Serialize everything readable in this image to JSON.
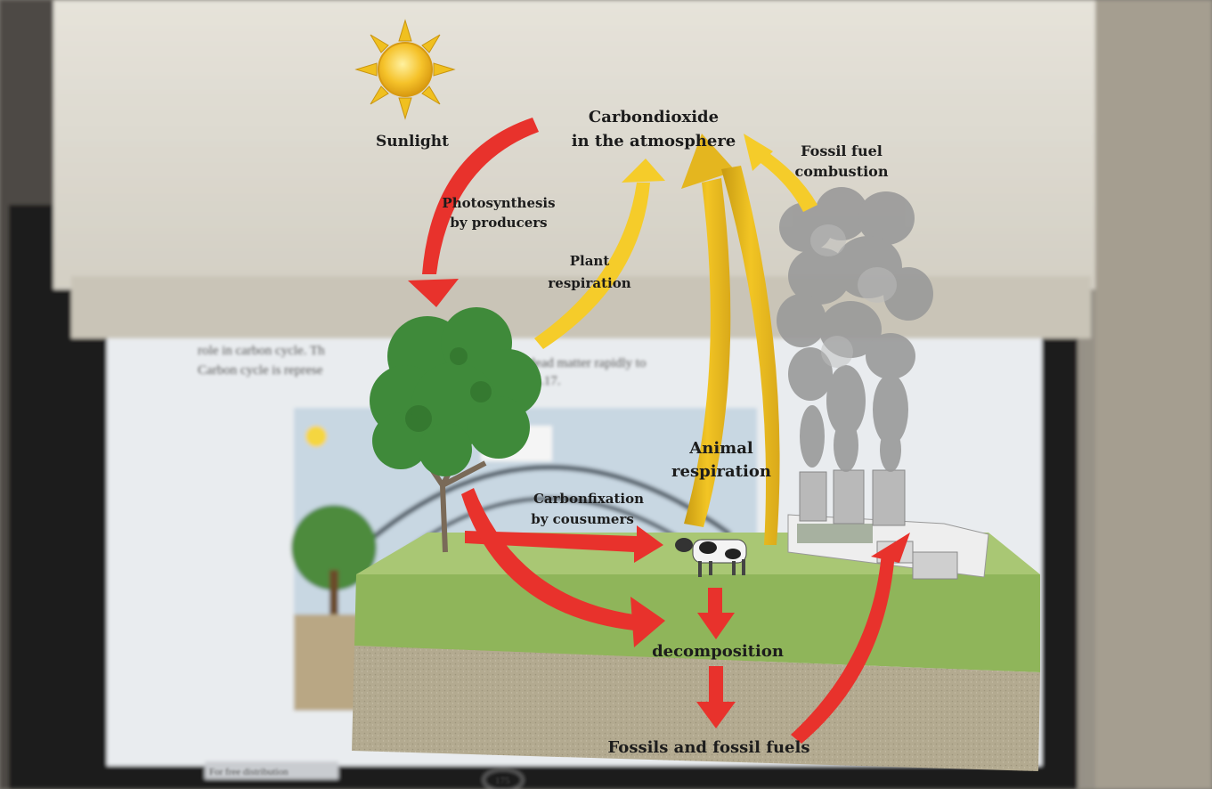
{
  "labels": {
    "sunlight": "Sunlight",
    "co2_line1": "Carbondioxide",
    "co2_line2": "in the atmosphere",
    "fossil_combustion_line1": "Fossil fuel",
    "fossil_combustion_line2": "combustion",
    "photosynthesis_line1": "Photosynthesis",
    "photosynthesis_line2": "by producers",
    "plant_resp_line1": "Plant",
    "plant_resp_line2": "respiration",
    "animal_resp_line1": "Animal",
    "animal_resp_line2": "respiration",
    "carbonfixation_line1": "Carbonfixation",
    "carbonfixation_line2": "by cousumers",
    "decomposition": "decomposition",
    "fossils": "Fossils and fossil fuels"
  },
  "background_text": {
    "line1": "role in carbon cycle. Th",
    "line1b": "in dead matter rapidly to",
    "line2": "Carbon cycle is represe",
    "line2b": "15.17.",
    "page_number": "175",
    "footer": "For free distribution"
  },
  "colors": {
    "red_arrow": "#e8322c",
    "yellow_arrow": "#f2c524",
    "grass_top": "#9cbd6a",
    "grass_side": "#8fb55a",
    "soil": "#b5ab92",
    "tree": "#3f8a3a",
    "smoke": "#9a9a9a"
  }
}
